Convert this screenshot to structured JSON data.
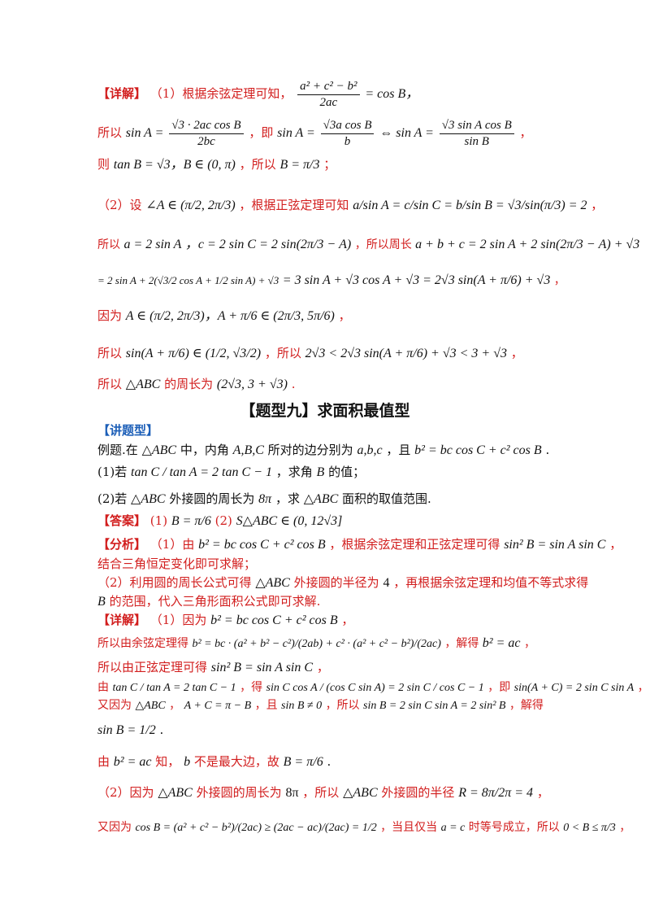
{
  "colors": {
    "red": "#d21e1e",
    "blue": "#1d5fb8",
    "text": "#111111"
  },
  "p1": {
    "label": "【详解】",
    "t1": "（1）根据余弦定理可知，",
    "f1_num": "a² + c² − b²",
    "f1_den": "2ac",
    "f1_rhs": "= cos B，"
  },
  "p2": {
    "t1": "所以",
    "e1": "sin A =",
    "f1_num": "√3 · 2ac cos B",
    "f1_den": "2bc",
    "t2": "，即",
    "e2": "sin A =",
    "f2_num": "√3a cos B",
    "f2_den": "b",
    "e3": "⇔ sin A =",
    "f3_num": "√3 sin A cos B",
    "f3_den": "sin B",
    "t3": "，"
  },
  "p3": {
    "t1": "则",
    "e1": "tan B = √3，B ∈ (0, π)",
    "t2": "，所以",
    "e2": "B = π/3",
    "t3": "；"
  },
  "p4": {
    "t1": "（2）设",
    "e1": "∠A ∈ (π/2, 2π/3)",
    "t2": "，根据正弦定理可知",
    "e2": "a/sin A = c/sin C = b/sin B = √3/sin(π/3) = 2",
    "t3": "，"
  },
  "p5": {
    "t1": "所以",
    "e1": "a = 2 sin A",
    "e2": "，c = 2 sin C = 2 sin(2π/3 − A)",
    "t2": "，所以周长",
    "e3": "a + b + c = 2 sin A + 2 sin(2π/3 − A) + √3"
  },
  "p6": {
    "e1": "= 2 sin A + 2(√3/2 cos A + 1/2 sin A) + √3",
    "e2": "= 3 sin A + √3 cos A + √3 = 2√3 sin(A + π/6) + √3",
    "t1": "，"
  },
  "p7": {
    "t1": "因为",
    "e1": "A ∈ (π/2, 2π/3)，A + π/6 ∈ (2π/3, 5π/6)",
    "t2": "，"
  },
  "p8": {
    "t1": "所以",
    "e1": "sin(A + π/6) ∈ (1/2, √3/2)",
    "t2": "，所以",
    "e2": "2√3 < 2√3 sin(A + π/6) + √3 < 3 + √3",
    "t3": "，"
  },
  "p9": {
    "t1": "所以",
    "e1": "△ABC",
    "t2": "的周长为",
    "e2": "(2√3, 3 + √3)",
    "t3": "."
  },
  "section": {
    "title": "【题型九】求面积最值型"
  },
  "p10": {
    "label": "【讲题型】"
  },
  "p11": {
    "t1": "例题.在",
    "e1": "△ABC",
    "t2": "中，内角",
    "e2": "A,B,C",
    "t3": "所对的边分别为",
    "e3": "a,b,c",
    "t4": "，且",
    "e4": "b² = bc cos C + c² cos B",
    "t5": "."
  },
  "p12": {
    "t1": "(1)若",
    "e1": "tan C / tan A = 2 tan C − 1",
    "t2": "，求角",
    "e2": "B",
    "t3": "的值；"
  },
  "p13": {
    "t1": "(2)若",
    "e1": "△ABC",
    "t2": "外接圆的周长为",
    "e2": "8π",
    "t3": "，求",
    "e3": "△ABC",
    "t4": "面积的取值范围."
  },
  "p14": {
    "label": "【答案】",
    "t1": "(1)",
    "e1": "B = π/6",
    "t2": "(2)",
    "e2": "S△ABC ∈ (0, 12√3]"
  },
  "p15": {
    "label": "【分析】",
    "t1": "（1）由",
    "e1": "b² = bc cos C + c² cos B",
    "t2": "，根据余弦定理和正弦定理可得",
    "e2": "sin² B = sin A sin C",
    "t3": "，"
  },
  "p16": {
    "t1": "结合三角恒定变化即可求解；"
  },
  "p17": {
    "t1": "（2）利用圆的周长公式可得",
    "e1": "△ABC",
    "t2": "外接圆的半径为",
    "e2": "4",
    "t3": "，再根据余弦定理和均值不等式求得"
  },
  "p18": {
    "e1": "B",
    "t1": "的范围，代入三角形面积公式即可求解."
  },
  "p19": {
    "label": "【详解】",
    "t1": "（1）因为",
    "e1": "b² = bc cos C + c² cos B",
    "t2": "，"
  },
  "p20": {
    "t1": "所以由余弦定理得",
    "e1": "b² = bc · (a² + b² − c²)/(2ab) + c² · (a² + c² − b²)/(2ac)",
    "t2": "，解得",
    "e2": "b² = ac",
    "t3": "，"
  },
  "p21": {
    "t1": "所以由正弦定理可得",
    "e1": "sin² B = sin A sin C",
    "t2": "，"
  },
  "p22": {
    "t1": "由",
    "e1": "tan C / tan A = 2 tan C − 1",
    "t2": "，得",
    "e2": "sin C cos A / (cos C sin A) = 2 sin C / cos C − 1",
    "t3": "，即",
    "e3": "sin(A + C) = 2 sin C sin A",
    "t4": "，"
  },
  "p23": {
    "t1": "又因为",
    "e1": "△ABC",
    "t2": "，",
    "e2": "A + C = π − B",
    "t3": "，且",
    "e3": "sin B ≠ 0",
    "t4": "，所以",
    "e4": "sin B = 2 sin C sin A = 2 sin² B",
    "t5": "，解得"
  },
  "p24": {
    "e1": "sin B = 1/2",
    "t1": "."
  },
  "p25": {
    "t1": "由",
    "e1": "b² = ac",
    "t2": "知，",
    "e2": "b",
    "t3": "不是最大边，故",
    "e3": "B = π/6",
    "t4": "."
  },
  "p26": {
    "t1": "（2）因为",
    "e1": "△ABC",
    "t2": "外接圆的周长为",
    "e2": "8π",
    "t3": "，所以",
    "e3": "△ABC",
    "t4": "外接圆的半径",
    "e4": "R = 8π/2π = 4",
    "t5": "，"
  },
  "p27": {
    "t1": "又因为",
    "e1": "cos B = (a² + c² − b²)/(2ac) ≥ (2ac − ac)/(2ac) = 1/2",
    "t2": "，当且仅当",
    "e2": "a = c",
    "t3": "时等号成立，所以",
    "e3": "0 < B ≤ π/3",
    "t4": "，"
  }
}
